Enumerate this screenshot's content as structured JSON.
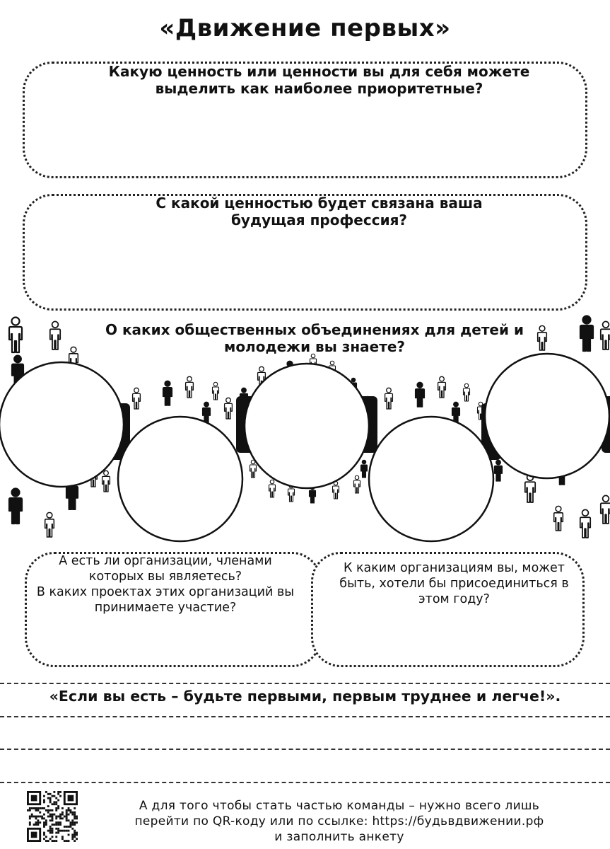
{
  "title": "«Движение первых»",
  "questions": {
    "q1": {
      "line1": "Какую ценность или ценности вы для себя можете",
      "line2": "выделить как наиболее приоритетные?"
    },
    "q2": {
      "line1": "С какой ценностью будет связана ваша",
      "line2": "будущая профессия?"
    },
    "q3": {
      "line1": "О каких общественных объединениях для детей и",
      "line2": "молодежи вы знаете?"
    },
    "q4": {
      "line1": "А есть ли организации, членами",
      "line2": "которых вы являетесь?",
      "line3": "В каких проектах этих организаций вы",
      "line4": "принимаете участие?"
    },
    "q5": {
      "line1": "К каким организациям вы, может",
      "line2": "быть, хотели бы присоединиться в",
      "line3": "этом году?"
    }
  },
  "slogan": "«Если вы есть – будьте первыми, первым труднее и легче!».",
  "footer": {
    "line1": "А для того чтобы стать частью команды – нужно всего лишь",
    "line2": "перейти по  QR-коду или по ссылке: https://будьвдвижении.рф",
    "line3": "и заполнить анкету"
  },
  "icons": {
    "crowd": "people-crowd-icon",
    "qr": "qr-code-icon"
  },
  "colors": {
    "ink": "#111111",
    "paper": "#ffffff"
  }
}
